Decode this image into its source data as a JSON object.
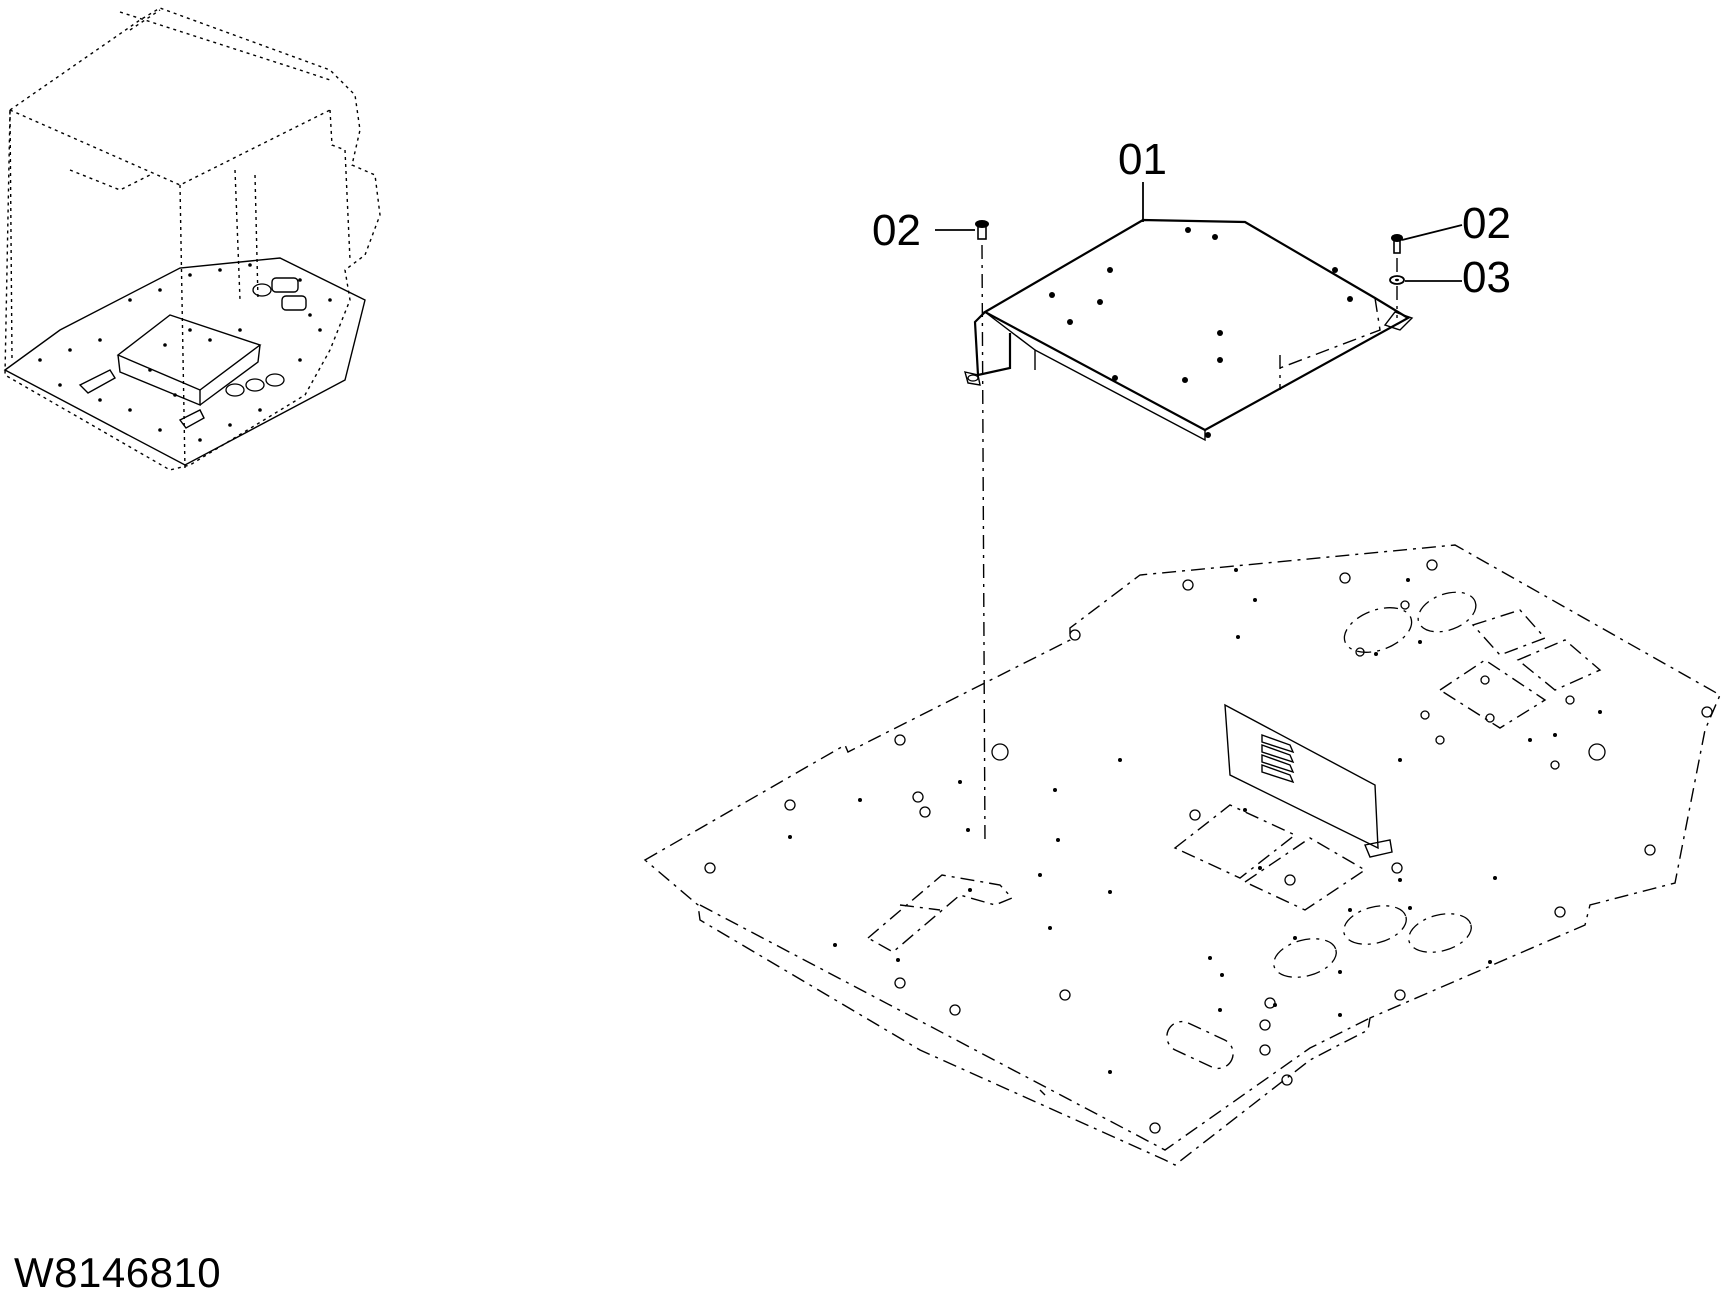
{
  "diagram": {
    "callouts": [
      {
        "id": "callout-01",
        "label": "01"
      },
      {
        "id": "callout-02-left",
        "label": "02"
      },
      {
        "id": "callout-02-right",
        "label": "02"
      },
      {
        "id": "callout-03",
        "label": "03"
      }
    ],
    "drawing_number": "W8146810"
  },
  "colors": {
    "line": "#000000",
    "background": "#ffffff"
  }
}
